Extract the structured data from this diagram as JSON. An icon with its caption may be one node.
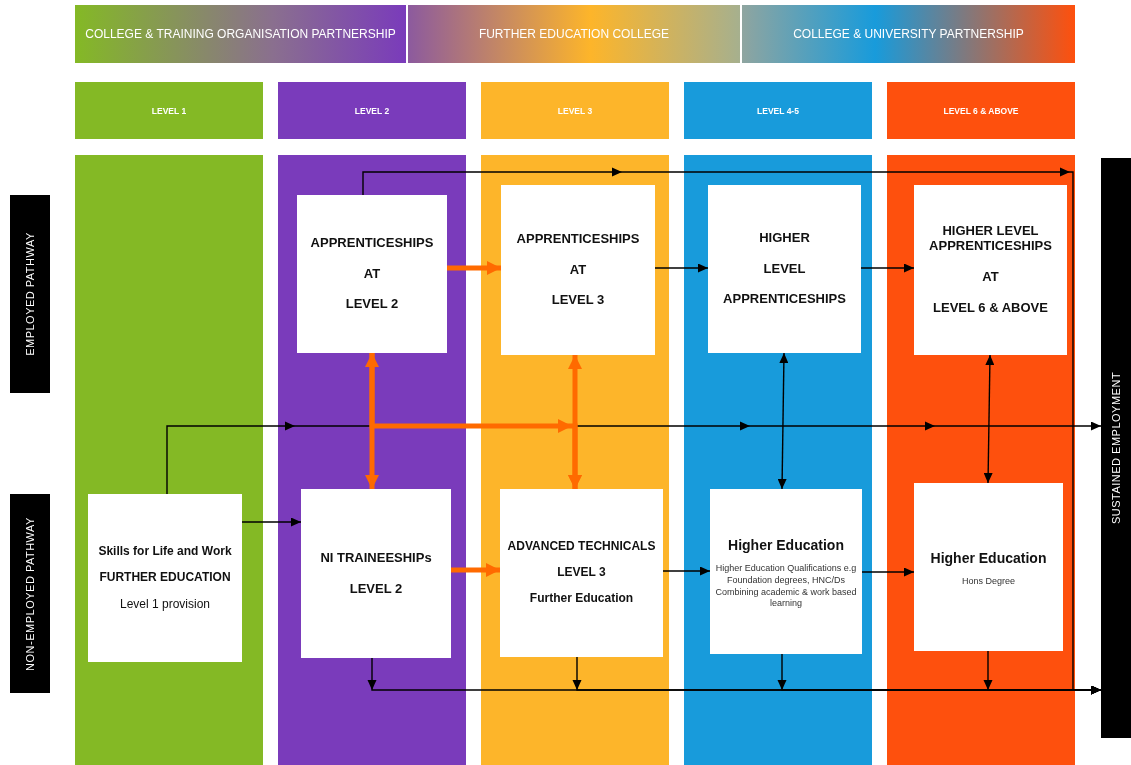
{
  "diagram": {
    "nodes": [
      {
        "text": [
          "COLLEGE & TRAINING ORGANISATION PARTNERSHIP"
        ]
      },
      {
        "text": [
          "FURTHER EDUCATION COLLEGE"
        ]
      },
      {
        "text": [
          "COLLEGE & UNIVERSITY PARTNERSHIP"
        ]
      },
      {
        "text": [
          "LEVEL 1"
        ]
      },
      {
        "text": [
          "LEVEL 2"
        ]
      },
      {
        "text": [
          "LEVEL 3"
        ]
      },
      {
        "text": [
          "LEVEL 4-5"
        ]
      },
      {
        "text": [
          "LEVEL 6 & ABOVE"
        ]
      },
      {
        "text": [],
        "shape": "bar"
      },
      {
        "text": [],
        "shape": "bar"
      },
      {
        "text": [],
        "shape": "bar"
      },
      {
        "text": [],
        "shape": "bar"
      },
      {
        "text": [],
        "shape": "bar"
      },
      {
        "text": [
          "EMPLOYED PATHWAY"
        ]
      },
      {
        "text": [
          "NON-EMPLOYED PATHWAY"
        ]
      },
      {
        "text": [
          "SUSTAINED EMPLOYMENT"
        ]
      },
      {
        "text": [
          "Skills for Life and Work",
          "FURTHER EDUCATION",
          "Level 1 provision"
        ],
        "in": 8
      },
      {
        "text": [
          "APPRENTICESHIPS",
          "AT",
          "LEVEL 2"
        ],
        "in": 9
      },
      {
        "text": [
          "NI TRAINEESHIPs",
          "LEVEL 2"
        ],
        "in": 9
      },
      {
        "text": [
          "APPRENTICESHIPS",
          "AT",
          "LEVEL 3"
        ],
        "in": 10
      },
      {
        "text": [
          "ADVANCED TECHNICALS",
          "LEVEL 3",
          "Further Education"
        ],
        "in": 10
      },
      {
        "text": [
          "HIGHER",
          "LEVEL",
          "APPRENTICESHIPS"
        ],
        "in": 11
      },
      {
        "text": [
          "Higher Education",
          "Higher Education Qualifications e.g Foundation degrees, HNC/Ds",
          "Combining academic & work based learning"
        ],
        "in": 11
      },
      {
        "text": [
          "HIGHER LEVEL APPRENTICESHIPS",
          "AT",
          "LEVEL 6 & ABOVE"
        ],
        "in": 12
      },
      {
        "text": [
          "Higher Education",
          "Hons Degree"
        ],
        "in": 12
      }
    ],
    "edges": [
      {
        "from": 16,
        "to": 15,
        "arrow": "to"
      },
      {
        "from": 16,
        "to": 18,
        "arrow": "to"
      },
      {
        "from": 17,
        "to": 15,
        "arrow": "to"
      },
      {
        "from": 17,
        "to": 19,
        "arrow": "to",
        "style": "thick",
        "color": "#ff6a00"
      },
      {
        "from": 17,
        "to": 18,
        "arrow": "both",
        "style": "thick",
        "color": "#ff6a00"
      },
      {
        "from": 17,
        "to": 20,
        "arrow": "to",
        "style": "thick",
        "color": "#ff6a00"
      },
      {
        "from": 19,
        "to": 20,
        "arrow": "both",
        "style": "thick",
        "color": "#ff6a00"
      },
      {
        "from": 18,
        "to": 20,
        "arrow": "to",
        "style": "thick",
        "color": "#ff6a00"
      },
      {
        "from": 19,
        "to": 21,
        "arrow": "to"
      },
      {
        "from": 21,
        "to": 23,
        "arrow": "to"
      },
      {
        "from": 21,
        "to": 22,
        "arrow": "both"
      },
      {
        "from": 23,
        "to": 24,
        "arrow": "both"
      },
      {
        "from": 20,
        "to": 22,
        "arrow": "to"
      },
      {
        "from": 22,
        "to": 24,
        "arrow": "to"
      },
      {
        "from": 18,
        "to": 15,
        "arrow": "to"
      },
      {
        "from": 20,
        "to": 15,
        "arrow": "to"
      },
      {
        "from": 22,
        "to": 15,
        "arrow": "to"
      },
      {
        "from": 24,
        "to": 15,
        "arrow": "to"
      }
    ]
  }
}
